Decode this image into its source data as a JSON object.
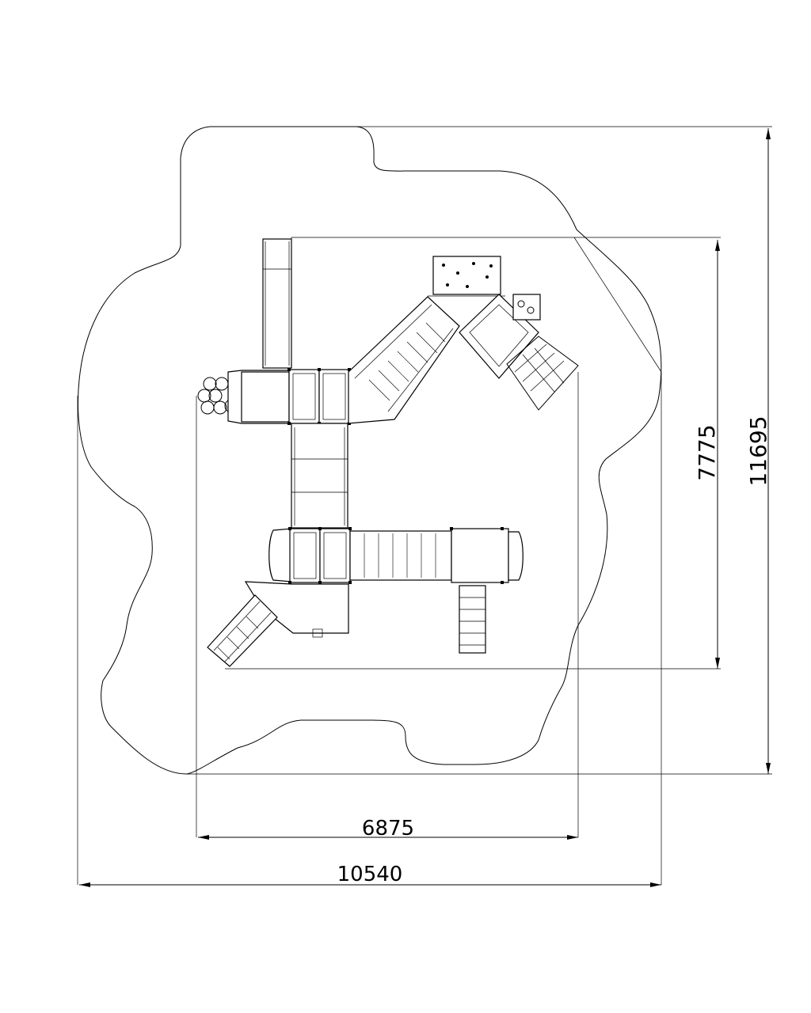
{
  "dimensions": {
    "total_width": "10540",
    "equipment_width": "6875",
    "equipment_height": "7775",
    "total_height": "11695"
  },
  "colors": {
    "line": "#000000",
    "background": "#ffffff"
  }
}
